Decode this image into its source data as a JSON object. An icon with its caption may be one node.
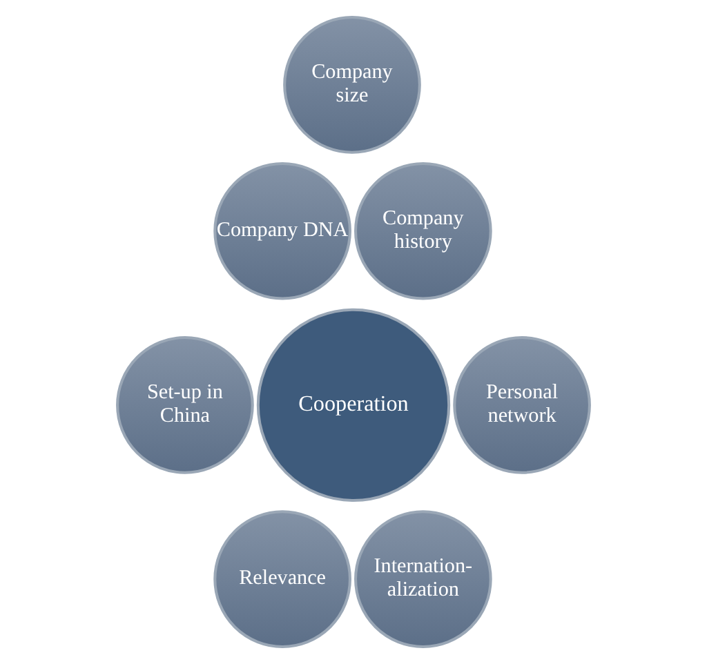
{
  "diagram": {
    "nodes": [
      {
        "text": [
          "Cooperation"
        ]
      },
      {
        "text": [
          "Company size"
        ]
      },
      {
        "text": [
          "Company history"
        ]
      },
      {
        "text": [
          "Personal network"
        ]
      },
      {
        "text": [
          "Internation-alization"
        ]
      },
      {
        "text": [
          "Relevance"
        ]
      },
      {
        "text": [
          "Set-up in China"
        ]
      },
      {
        "text": [
          "Company DNA"
        ]
      }
    ]
  }
}
